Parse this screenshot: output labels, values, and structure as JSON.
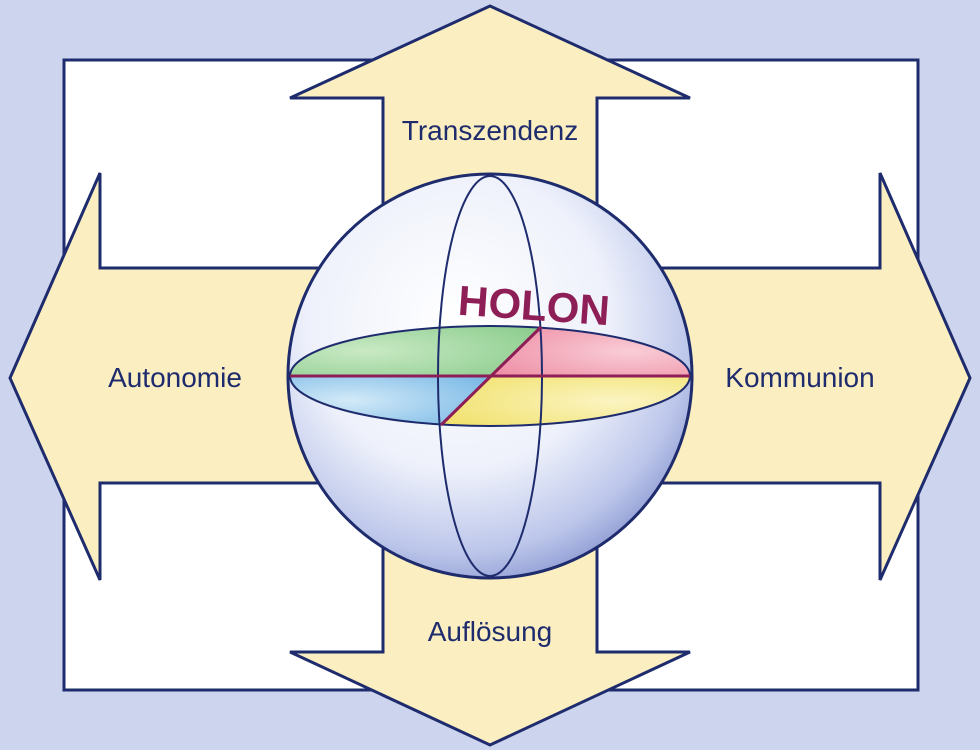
{
  "diagram": {
    "center_label": "HOLON",
    "arrows": {
      "up": "Transzendenz",
      "down": "Auflösung",
      "left": "Autonomie",
      "right": "Kommunion"
    }
  },
  "colors": {
    "background": "#cdd5ee",
    "outline": "#1e2c6e",
    "arrow_fill": "#fbeec0",
    "frame_fill": "#ffffff",
    "axis_line": "#8e1e56",
    "holon_text": "#8e1e56",
    "sector_green": "#9fd3a0",
    "sector_red": "#f3a3b6",
    "sector_blue": "#8cc4ea",
    "sector_yellow": "#f5ea86"
  }
}
